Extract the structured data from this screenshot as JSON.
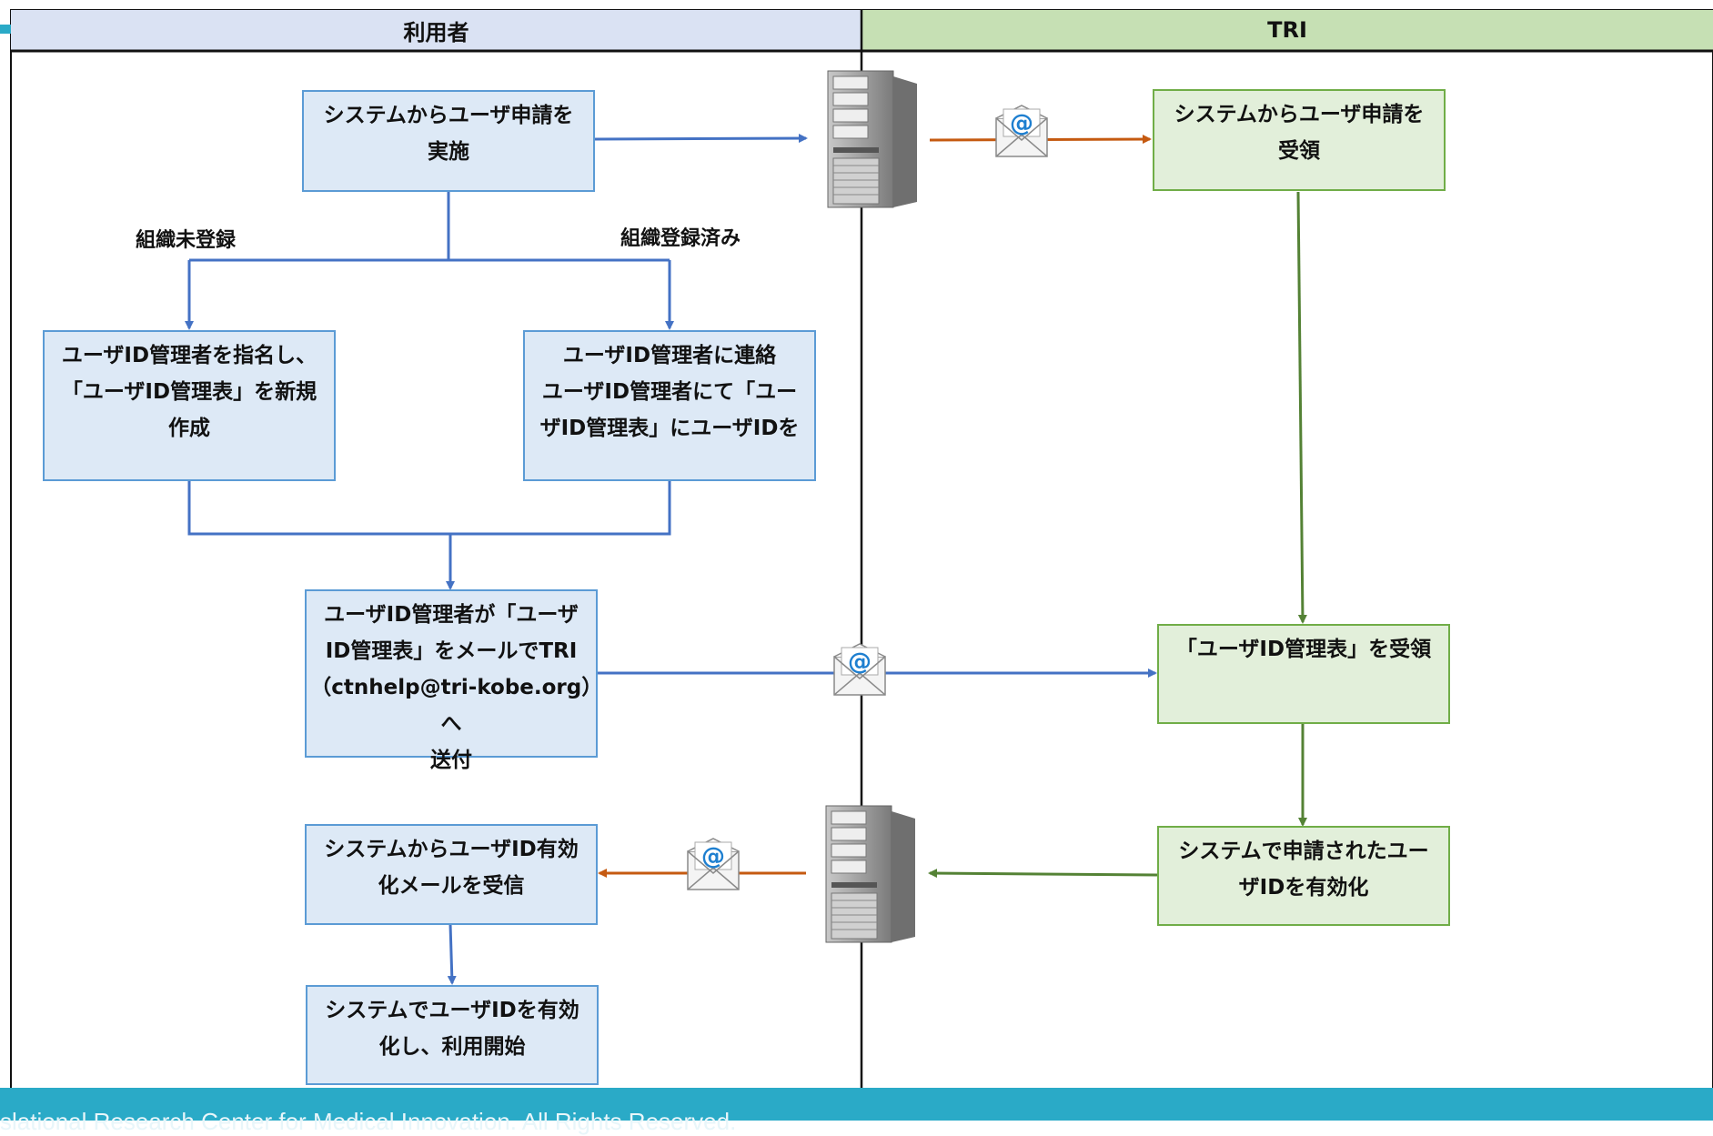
{
  "lanes": {
    "user": "利用者",
    "tri": "TRI"
  },
  "boxes": {
    "apply": "システムからユーザ申請を\n実施",
    "receive_apply": "システムからユーザ申請を\n受領",
    "create_table": "ユーザID管理者を指名し、\n「ユーザID管理表」を新規\n作成",
    "contact_admin": "ユーザID管理者に連絡\nユーザID管理者にて「ユー\nザID管理表」にユーザIDを",
    "send_table": "ユーザID管理者が「ユーザ\nID管理表」をメールでTRI\n（ctnhelp@tri-kobe.org）へ\n送付",
    "receive_table": "「ユーザID管理表」を受領",
    "receive_mail": "システムからユーザID有効\n化メールを受信",
    "enable_id": "システムで申請されたユー\nザIDを有効化",
    "start_use": "システムでユーザIDを有効\n化し、利用開始"
  },
  "branch_labels": {
    "unregistered": "組織未登録",
    "registered": "組織登録済み"
  },
  "footer": "slational Research Center for Medical Innovation. All Rights Reserved.",
  "colors": {
    "user_fill": "#dde9f6",
    "user_border": "#5b9bd5",
    "tri_fill": "#e2efda",
    "tri_border": "#70ad47",
    "blue_arrow": "#4472c4",
    "orange_arrow": "#c55a11",
    "green_arrow": "#548235",
    "footer": "#2aaac7"
  },
  "icons": [
    "server-icon",
    "mail-icon"
  ]
}
